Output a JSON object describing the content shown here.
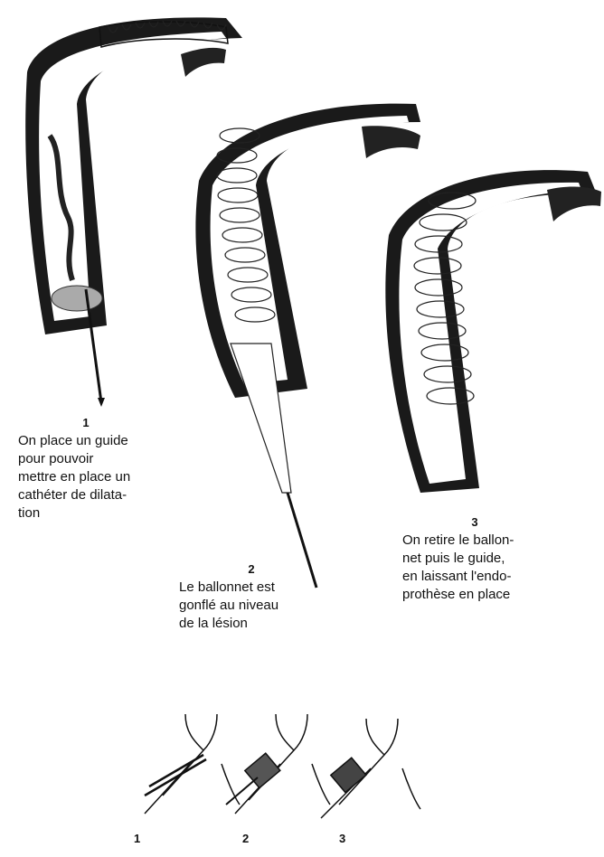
{
  "steps": [
    {
      "number": "1",
      "text": [
        "On place un guide",
        "pour pouvoir",
        "mettre en place un",
        "cathéter de dilata-",
        "tion"
      ]
    },
    {
      "number": "2",
      "text": [
        "Le ballonnet est",
        "gonflé au niveau",
        "de la lésion"
      ]
    },
    {
      "number": "3",
      "text": [
        "On retire le ballon-",
        "net puis le guide,",
        "en laissant l'endo-",
        "prothèse en place"
      ]
    }
  ],
  "bottom_labels": [
    "1",
    "2",
    "3"
  ]
}
